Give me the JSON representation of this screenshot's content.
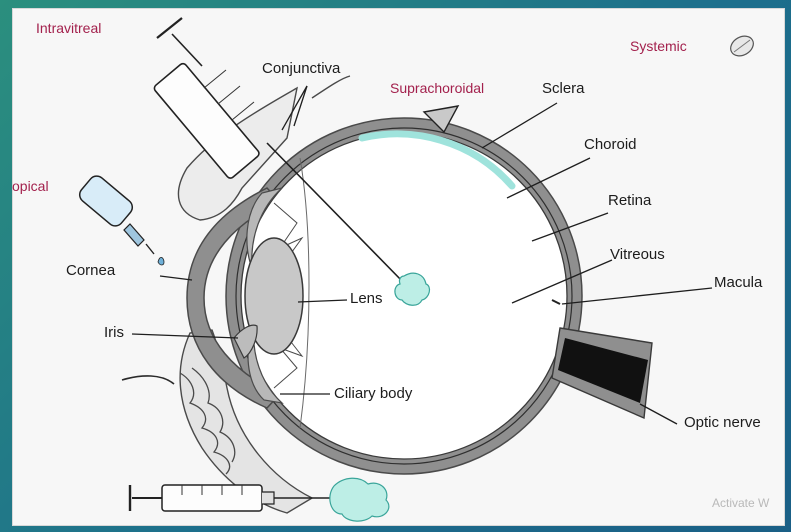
{
  "routes": {
    "intravitreal": "Intravitreal",
    "systemic": "Systemic",
    "suprachoroidal": "Suprachoroidal",
    "topical": "opical"
  },
  "structures": {
    "conjunctiva": "Conjunctiva",
    "sclera": "Sclera",
    "choroid": "Choroid",
    "retina": "Retina",
    "vitreous": "Vitreous",
    "macula": "Macula",
    "cornea": "Cornea",
    "iris": "Iris",
    "lens": "Lens",
    "ciliary_body": "Ciliary body",
    "optic_nerve": "Optic nerve"
  },
  "watermark": "Activate W",
  "colors": {
    "route_label": "#a3214d",
    "suprachoroidal_highlight": "#9fe3dc",
    "drug_depot": "#bdeee6",
    "sclera_band": "#8f8f8f",
    "frame": "#1f7a8a"
  }
}
